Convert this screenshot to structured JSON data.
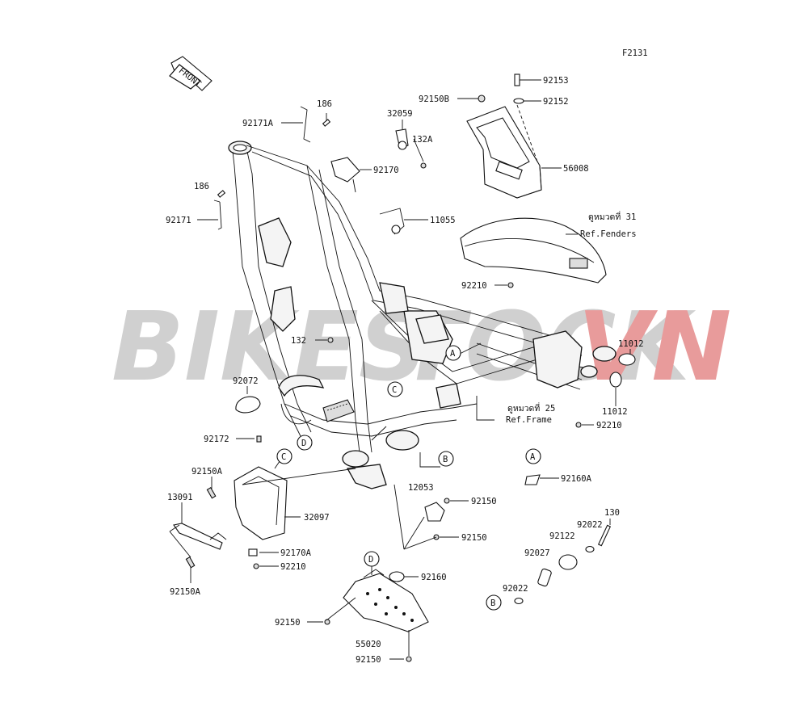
{
  "figure_code": "F2131",
  "front_label": "FRONT",
  "watermark": {
    "part1": "BIKES",
    "part2": "TOCK",
    "part3": "VN",
    "color_gray": "#c8c8c8",
    "color_red": "#e58a8a"
  },
  "callouts": [
    "A",
    "B",
    "C",
    "D"
  ],
  "parts": {
    "p92153": "92153",
    "p92150B": "92150B",
    "p92152": "92152",
    "p56008": "56008",
    "p186a": "186",
    "p92171A": "92171A",
    "p32059": "32059",
    "p132A": "132A",
    "p92170": "92170",
    "p186b": "186",
    "p92171": "92171",
    "p11055": "11055",
    "p92210a": "92210",
    "p132": "132",
    "p11012a": "11012",
    "p11012b": "11012",
    "p92072": "92072",
    "p92210b": "92210",
    "p92172": "92172",
    "p92150A": "92150A",
    "p13091": "13091",
    "p32097": "32097",
    "p92170A": "92170A",
    "p92210c": "92210",
    "p92150Ab": "92150A",
    "p12053": "12053",
    "p92150a": "92150",
    "p92150b": "92150",
    "p92160A": "92160A",
    "p130": "130",
    "p92022a": "92022",
    "p92122": "92122",
    "p92027": "92027",
    "p92022b": "92022",
    "p92160": "92160",
    "p92150c": "92150",
    "p55020": "55020",
    "p92150d": "92150"
  },
  "refs": {
    "fenders_page": "ดูหมวดที่ 31",
    "fenders": "Ref.Fenders",
    "frame_page": "ดูหมวดที่ 25",
    "frame": "Ref.Frame"
  }
}
